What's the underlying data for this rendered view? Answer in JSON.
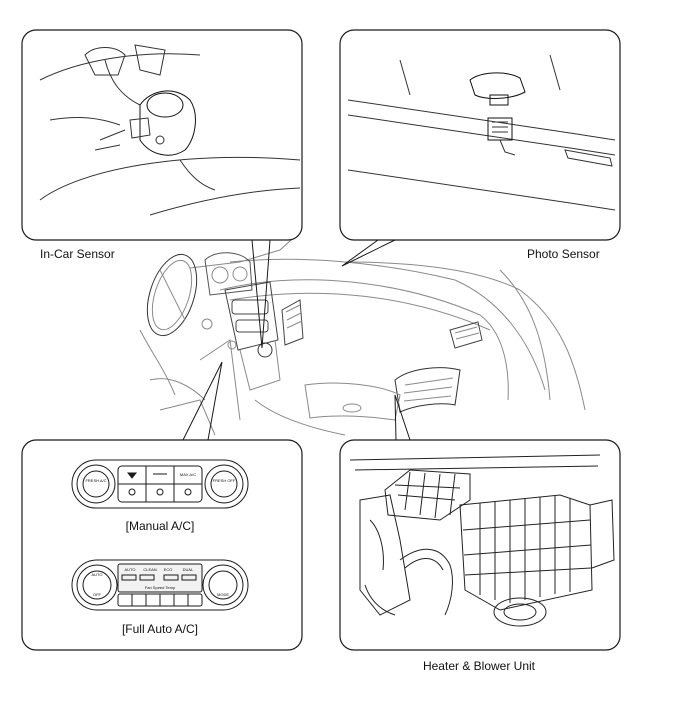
{
  "labels": {
    "in_car_sensor": "In-Car Sensor",
    "photo_sensor": "Photo Sensor",
    "manual_ac": "[Manual A/C]",
    "full_auto_ac": "[Full Auto A/C]",
    "heater_blower_unit": "Heater & Blower Unit"
  },
  "manual_panel": {
    "left_knob": "FRESH\nA/C",
    "right_knob": "FRESH\nOFF",
    "btn_top": "MAX\nA/C"
  },
  "auto_panel": {
    "left_knob_top": "AUTO",
    "left_knob_bottom": "OFF",
    "right_knob_bottom": "MODE",
    "display_row1": [
      "AUTO",
      "CLEAN",
      "ECO",
      "DUAL"
    ],
    "display_row2": "Fan Speed Temp"
  },
  "colors": {
    "line": "#1a1a1a",
    "light_line": "#8a8a8a",
    "panel_fill": "#ffffff",
    "display_fill": "#f2f2f2"
  }
}
